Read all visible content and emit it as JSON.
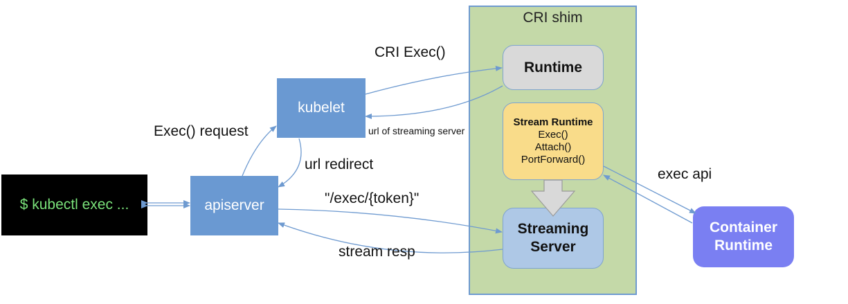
{
  "cri_shim": {
    "title": "CRI shim"
  },
  "runtime": {
    "label": "Runtime"
  },
  "stream_runtime": {
    "title": "Stream Runtime",
    "methods": [
      "Exec()",
      "Attach()",
      "PortForward()"
    ]
  },
  "streaming_server": {
    "line1": "Streaming",
    "line2": "Server"
  },
  "kubelet": {
    "label": "kubelet"
  },
  "apiserver": {
    "label": "apiserver"
  },
  "terminal": {
    "command": "$ kubectl exec ..."
  },
  "container_runtime": {
    "line1": "Container",
    "line2": "Runtime"
  },
  "edges": {
    "cri_exec": "CRI Exec()",
    "exec_request": "Exec() request",
    "url_of_streaming_server": "url of streaming server",
    "url_redirect": "url redirect",
    "exec_token": "\"/exec/{token}\"",
    "stream_resp": "stream resp",
    "exec_api": "exec api"
  },
  "colors": {
    "shim_bg": "#c4d9a8",
    "blue_box": "#6a99d2",
    "runtime_bg": "#d9d9d9",
    "stream_runtime_bg": "#f9dc8a",
    "streaming_server_bg": "#aec8e6",
    "container_runtime_bg": "#7a7ff2",
    "terminal_text": "#7ae27a",
    "arrow": "#6e9ad0"
  }
}
